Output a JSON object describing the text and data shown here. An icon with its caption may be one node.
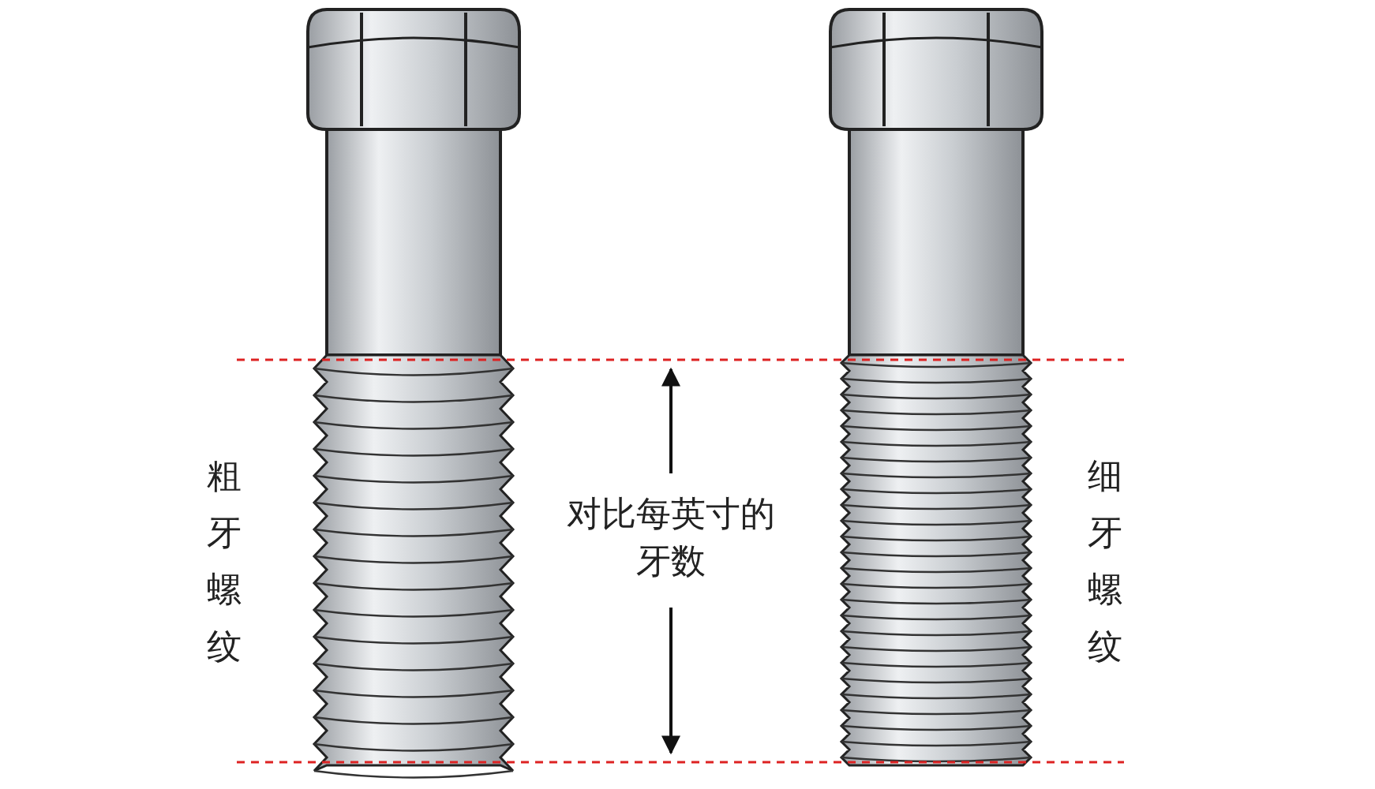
{
  "diagram": {
    "labels": [
      "粗牙螺纹",
      "对比每英寸的牙数",
      "细牙螺纹"
    ]
  }
}
